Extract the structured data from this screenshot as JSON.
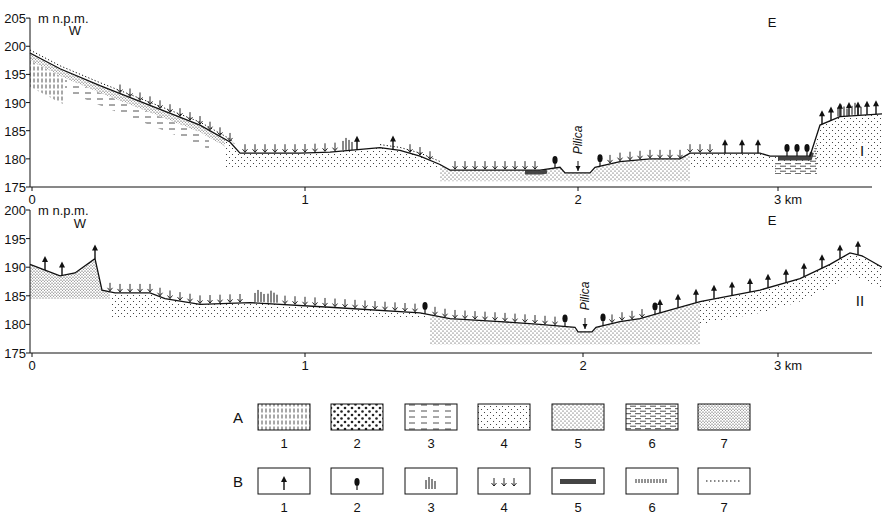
{
  "diagram": {
    "labels": [
      "205",
      "200",
      "195",
      "190",
      "185",
      "180",
      "175",
      "m n.p.m.",
      "W",
      "E",
      "Pilica",
      "I",
      "0",
      "1",
      "2",
      "3 km",
      "200",
      "195",
      "190",
      "185",
      "180",
      "175",
      "m n.p.m.",
      "W",
      "E",
      "Pilica",
      "II",
      "0",
      "1",
      "2",
      "3 km",
      "A",
      "B"
    ],
    "legend": [
      {
        "text": "1"
      },
      {
        "text": "2"
      },
      {
        "text": "3"
      },
      {
        "text": "4"
      },
      {
        "text": "5"
      },
      {
        "text": "6"
      },
      {
        "text": "7"
      },
      {
        "text": "1"
      },
      {
        "text": "2"
      },
      {
        "text": "3"
      },
      {
        "text": "4"
      },
      {
        "text": "5"
      },
      {
        "text": "6"
      },
      {
        "text": "7"
      }
    ]
  }
}
